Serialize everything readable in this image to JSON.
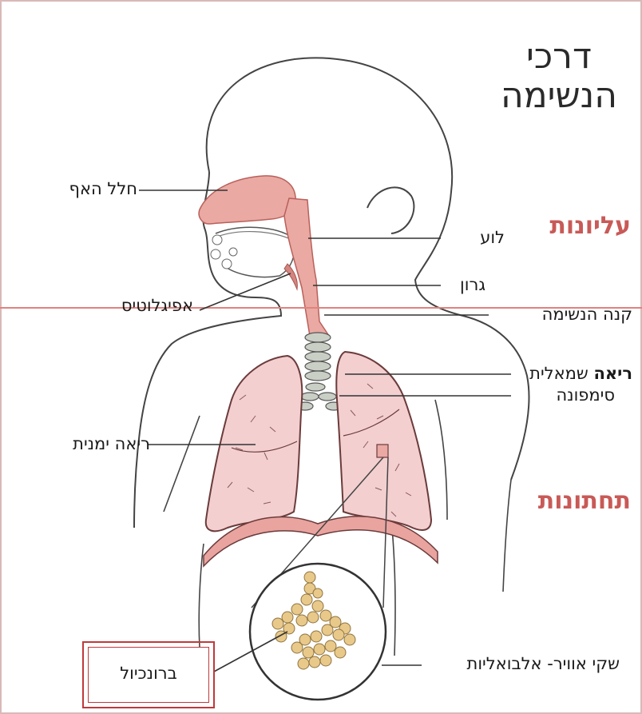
{
  "title": {
    "line1": "דרכי",
    "line2": "הנשימה"
  },
  "sections": {
    "upper": "עליונות",
    "lower": "תחתונות"
  },
  "labels": {
    "nasal_cavity": "חלל האף",
    "pharynx": "לוע",
    "larynx": "גרון",
    "epiglottis": "אפיגלוטיס",
    "trachea": "קנה הנשימה",
    "left_lung_bold": "ריאה",
    "left_lung_rest": "שמאלית",
    "bronchus": "סימפונה",
    "right_lung": "ריאה ימנית",
    "alveoli": "שקי אוויר- אלבואליות",
    "bronchiole": "ברונכיול"
  },
  "colors": {
    "accent_red": "#c85a57",
    "tissue_pink": "#eaa9a3",
    "lung_fill": "#f3cfd0",
    "alveoli_fill": "#e8c98a",
    "box_border": "#c0393b",
    "divider": "#e0827e"
  }
}
